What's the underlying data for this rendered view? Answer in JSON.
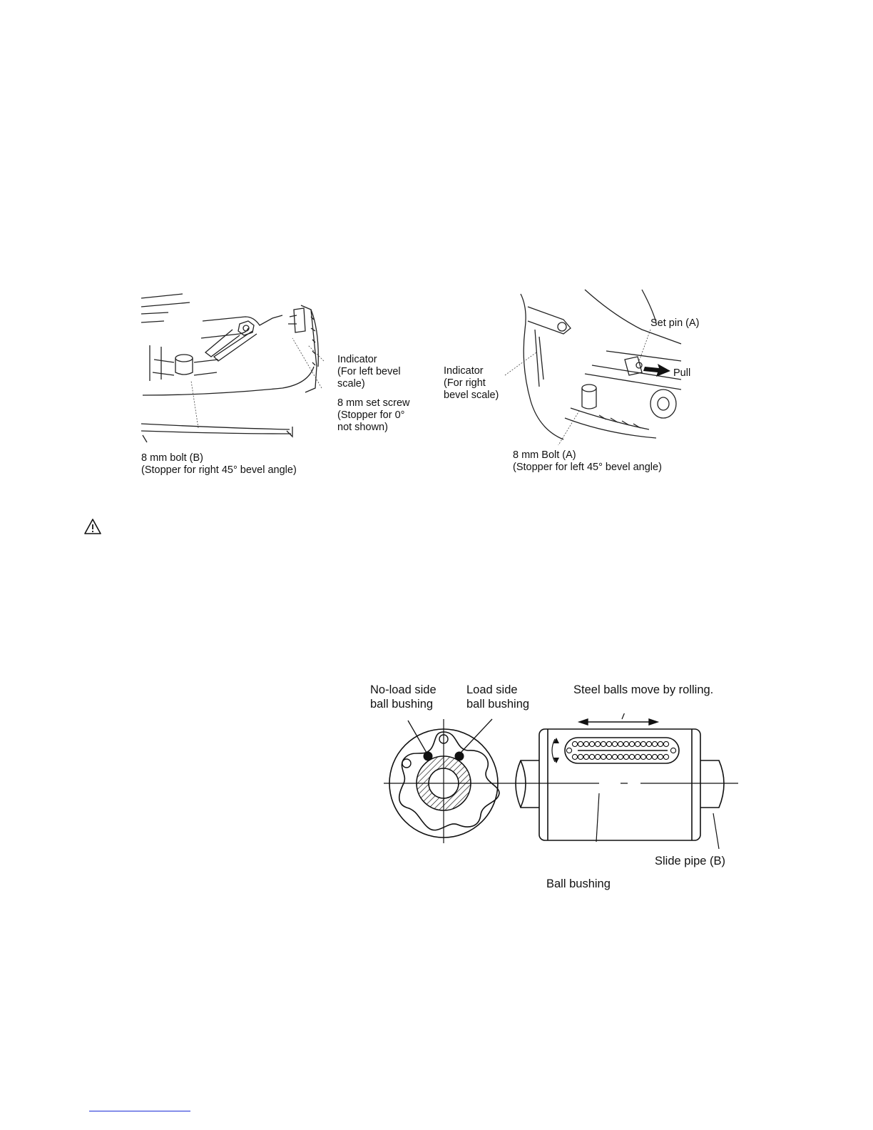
{
  "figure_left": {
    "indicator_left": [
      "Indicator",
      "(For left bevel",
      "scale)"
    ],
    "set_screw": [
      "8 mm set screw",
      "(Stopper for 0°",
      "not shown)"
    ],
    "bolt_b": [
      "8 mm bolt (B)",
      "(Stopper for right 45° bevel angle)"
    ]
  },
  "figure_right": {
    "set_pin": "Set pin (A)",
    "pull": "Pull",
    "indicator_right": [
      "Indicator",
      "(For right",
      "bevel scale)"
    ],
    "bolt_a": [
      "8 mm Bolt (A)",
      "(Stopper for left 45° bevel angle)"
    ]
  },
  "figure_bushing": {
    "no_load": [
      "No-load side",
      "ball bushing"
    ],
    "load": [
      "Load side",
      "ball bushing"
    ],
    "steel_balls": "Steel balls move by rolling.",
    "slide_pipe": "Slide pipe (B)",
    "ball_bushing": "Ball bushing"
  },
  "warning_icon": "warning-triangle-icon"
}
